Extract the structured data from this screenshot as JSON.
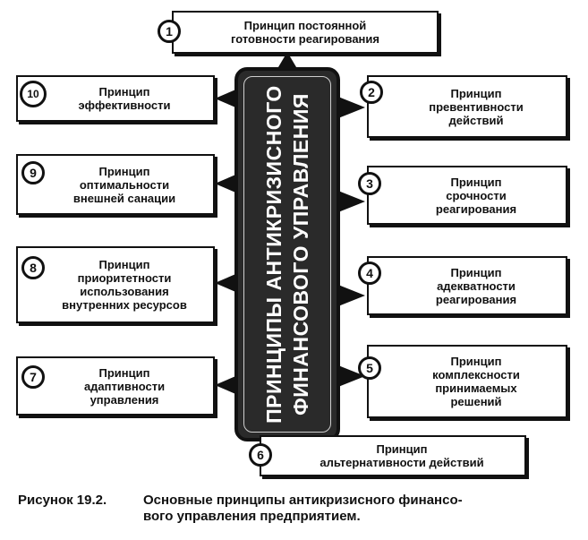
{
  "center_title": "ПРИНЦИПЫ АНТИКРИЗИСНОГО\nФИНАНСОВОГО УПРАВЛЕНИЯ",
  "principles": [
    {
      "num": "1",
      "text": "Принцип постоянной\nготовности реагирования"
    },
    {
      "num": "2",
      "text": "Принцип\nпревентивности\nдействий"
    },
    {
      "num": "3",
      "text": "Принцип\nсрочности\nреагирования"
    },
    {
      "num": "4",
      "text": "Принцип\nадекватности\nреагирования"
    },
    {
      "num": "5",
      "text": "Принцип\nкомплексности\nпринимаемых\nрешений"
    },
    {
      "num": "6",
      "text": "Принцип\nальтернативности действий"
    },
    {
      "num": "7",
      "text": "Принцип\nадаптивности\nуправления"
    },
    {
      "num": "8",
      "text": "Принцип\nприоритетности\nиспользования\nвнутренних ресурсов"
    },
    {
      "num": "9",
      "text": "Принцип\nоптимальности\nвнешней санации"
    },
    {
      "num": "10",
      "text": "Принцип\nэффективности"
    }
  ],
  "caption": {
    "label": "Рисунок 19.2.",
    "line1": "Основные принципы антикризисного финансо-",
    "line2": "вого управления предприятием."
  }
}
